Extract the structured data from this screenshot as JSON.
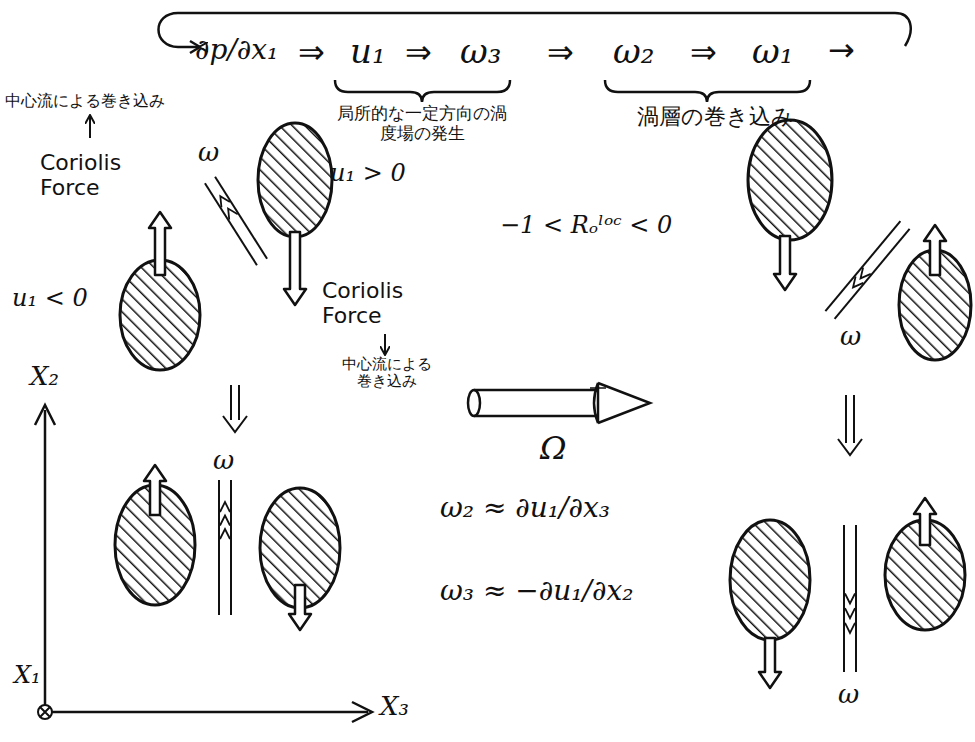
{
  "diagram": {
    "labels": [
      "∂p/∂x₁",
      "⇒",
      "u₁",
      "⇒",
      "ω₃",
      "⇒",
      "ω₂",
      "⇒",
      "ω₁",
      "→",
      "局所的な一定方向の渦度場の発生",
      "渦層の巻き込み",
      "中心流による巻き込み",
      "Coriolis Force",
      "ω",
      "u₁ > 0",
      "u₁ < 0",
      "Coriolis Force",
      "中心流による巻き込み",
      "−1 < Rₒˡᵒᶜ < 0",
      "Ω",
      "ω₂ ≈ ∂u₁/∂x₃",
      "ω₃ ≈ −∂u₁/∂x₂",
      "ω",
      "ω",
      "ω",
      "X₂",
      "X₁",
      "X₃"
    ]
  }
}
